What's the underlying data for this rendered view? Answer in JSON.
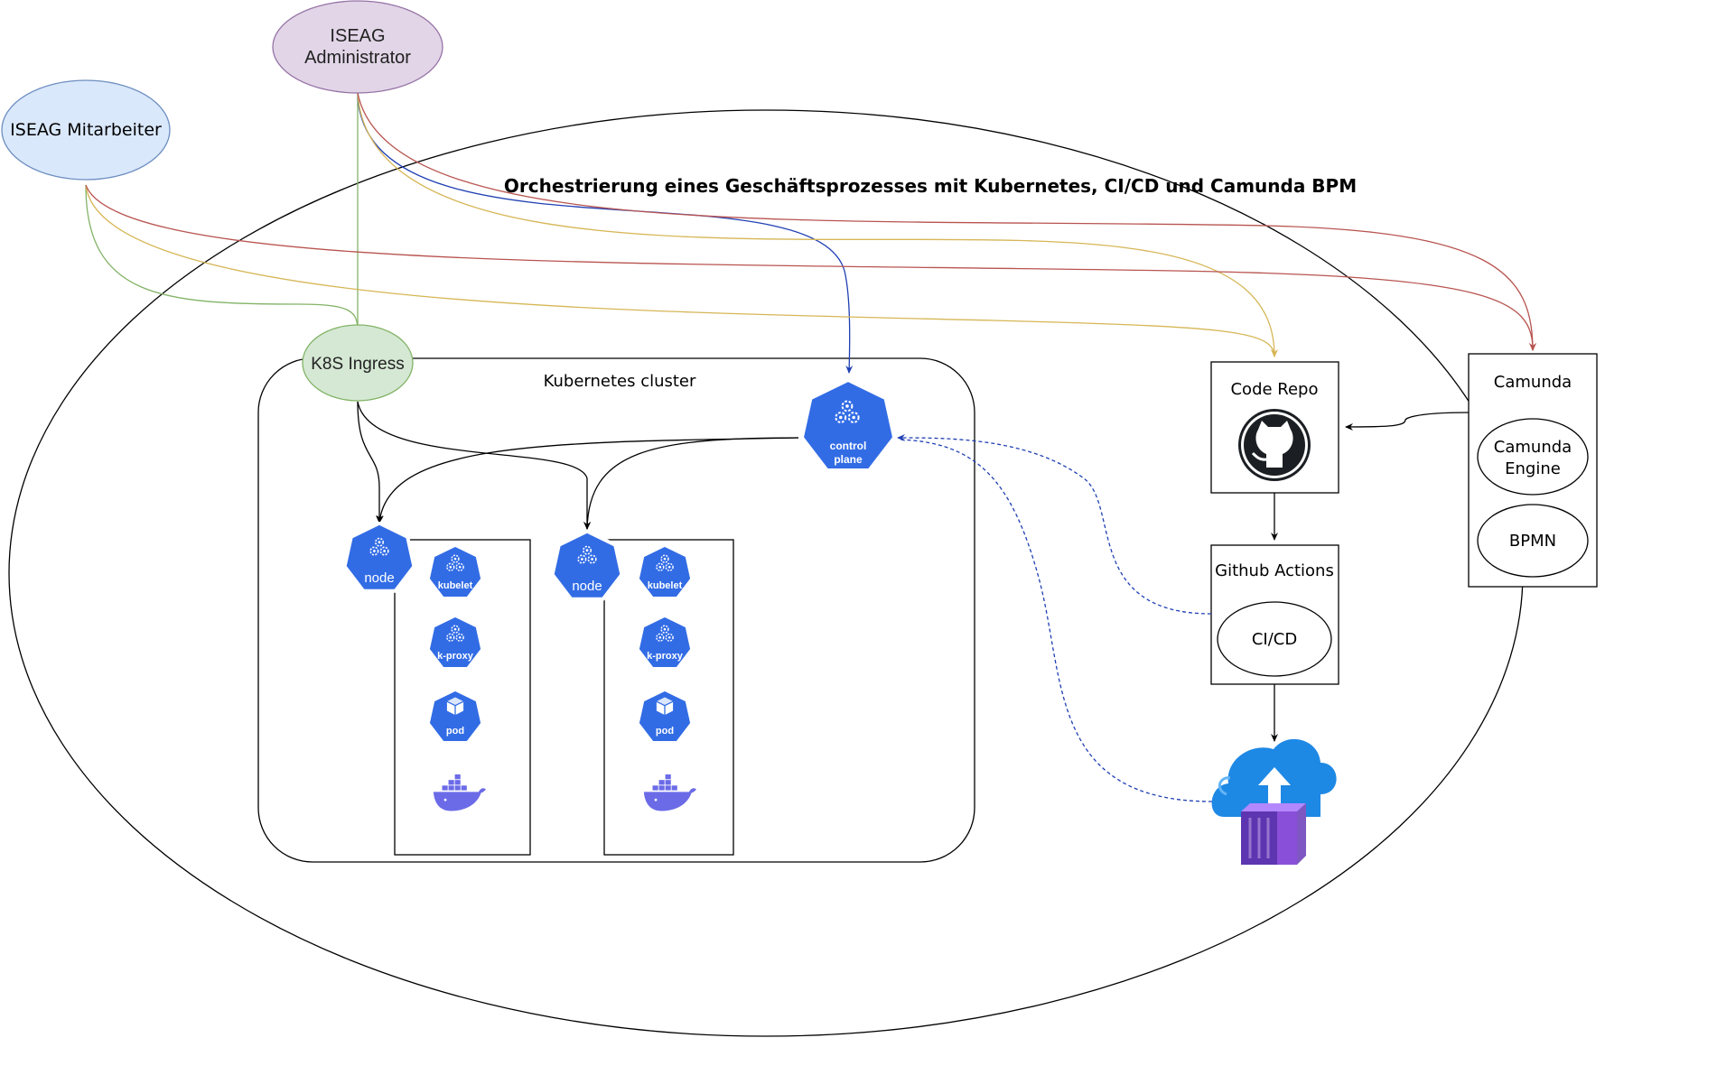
{
  "title": "Orchestrierung eines Geschäftsprozesses mit Kubernetes, CI/CD und Camunda BPM",
  "actors": {
    "admin_line1": "ISEAG",
    "admin_line2": "Administrator",
    "employee": "ISEAG Mitarbeiter"
  },
  "ingress": "K8S Ingress",
  "cluster": {
    "label": "Kubernetes cluster",
    "control_plane_line1": "control",
    "control_plane_line2": "plane",
    "node_label": "node",
    "kubelet_label": "kubelet",
    "kproxy_label": "k-proxy",
    "pod_label": "pod"
  },
  "code_repo": "Code Repo",
  "github_actions": "Github Actions",
  "cicd": "CI/CD",
  "camunda": {
    "title": "Camunda",
    "engine_line1": "Camunda",
    "engine_line2": "Engine",
    "bpmn": "BPMN"
  },
  "colors": {
    "k8s_blue": "#326ce5",
    "admin_fill": "#e1d5e7",
    "admin_stroke": "#9673a6",
    "employee_fill": "#dae8fc",
    "employee_stroke": "#6c8ebf",
    "ingress_fill": "#d5e8d4",
    "ingress_stroke": "#82b366",
    "edge_green": "#82b366",
    "edge_yellow": "#d6b656",
    "edge_red": "#b85450",
    "edge_blue": "#1f3fb3",
    "docker": "#6b6be8",
    "cloud": "#1e88e5",
    "registry": "#8a4fd9"
  },
  "icons": [
    "github-icon",
    "docker-icon",
    "cloud-upload-icon",
    "container-registry-icon",
    "kubernetes-icon"
  ]
}
